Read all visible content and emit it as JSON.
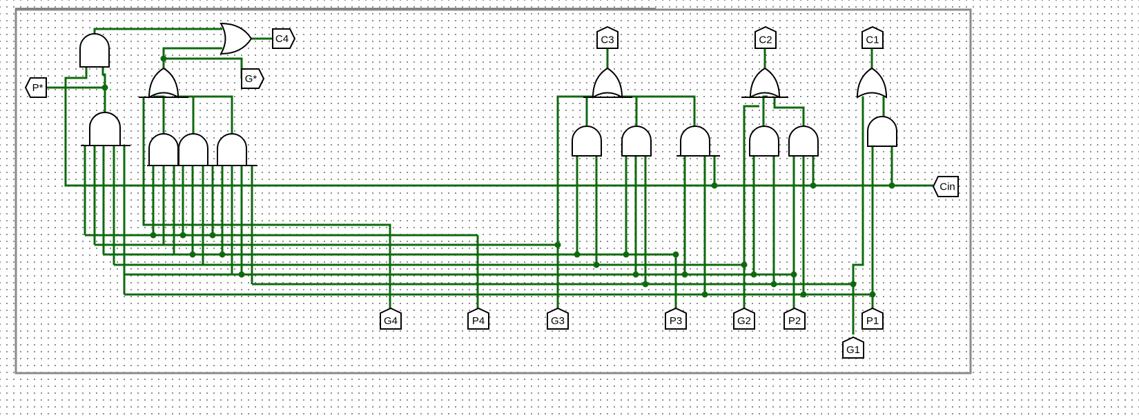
{
  "diagram": {
    "type": "carry-lookahead-unit",
    "colors": {
      "wire": "#0e6a0e",
      "gate_stroke": "#000000",
      "frame": "#8a8a8a",
      "grid_dot": "#7a7a7a"
    },
    "pins": {
      "c4": "C4",
      "g_star": "G*",
      "p_star": "P*",
      "c3": "C3",
      "c2": "C2",
      "c1": "C1",
      "cin": "Cin",
      "g4": "G4",
      "p4": "P4",
      "g3": "G3",
      "p3": "P3",
      "g2": "G2",
      "p2": "P2",
      "p1": "P1",
      "g1": "G1"
    }
  }
}
